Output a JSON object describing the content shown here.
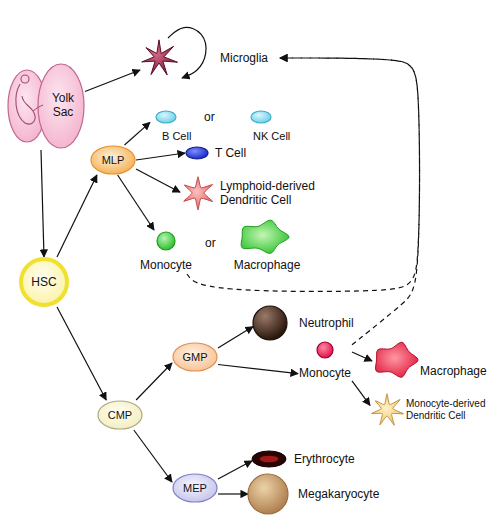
{
  "diagram": {
    "nodes": [
      {
        "text": [
          "Microglia"
        ]
      },
      {
        "text": [
          "Yolk Sac"
        ]
      },
      {
        "text": [
          "B Cell"
        ]
      },
      {
        "text": [
          "NK Cell"
        ]
      },
      {
        "text": [
          "MLP"
        ]
      },
      {
        "text": [
          "T Cell"
        ]
      },
      {
        "text": [
          "Lymphoid-derived Dendritic Cell"
        ]
      },
      {
        "text": [
          "Monocyte"
        ]
      },
      {
        "text": [
          "Macrophage"
        ]
      },
      {
        "text": [
          "HSC"
        ]
      },
      {
        "text": [
          "Neutrophil"
        ]
      },
      {
        "text": [
          "GMP"
        ]
      },
      {
        "text": [
          "Monocyte"
        ]
      },
      {
        "text": [
          "Macrophage"
        ]
      },
      {
        "text": [
          "Monocyte-derived Dendritic Cell"
        ]
      },
      {
        "text": [
          "CMP"
        ]
      },
      {
        "text": [
          "Erythrocyte"
        ]
      },
      {
        "text": [
          "MEP"
        ]
      },
      {
        "text": [
          "Megakaryocyte"
        ]
      }
    ],
    "edges": [
      {
        "from": 1,
        "to": 0,
        "arrow": "to"
      },
      {
        "from": 0,
        "to": 0,
        "arrow": "to"
      },
      {
        "from": 1,
        "to": 9,
        "arrow": "to"
      },
      {
        "from": 9,
        "to": 4,
        "arrow": "to"
      },
      {
        "from": 9,
        "to": 15,
        "arrow": "to"
      },
      {
        "from": 4,
        "to": 2,
        "arrow": "to"
      },
      {
        "from": 4,
        "to": 5,
        "arrow": "to"
      },
      {
        "from": 4,
        "to": 6,
        "arrow": "to"
      },
      {
        "from": 4,
        "to": 7,
        "arrow": "to"
      },
      {
        "from": 7,
        "to": 0,
        "arrow": "to"
      },
      {
        "from": 15,
        "to": 11,
        "arrow": "to"
      },
      {
        "from": 15,
        "to": 17,
        "arrow": "to"
      },
      {
        "from": 11,
        "to": 10,
        "arrow": "to"
      },
      {
        "from": 11,
        "to": 12,
        "arrow": "to"
      },
      {
        "from": 12,
        "to": 13,
        "arrow": "to"
      },
      {
        "from": 12,
        "to": 14,
        "arrow": "to"
      },
      {
        "from": 12,
        "to": 0,
        "arrow": "to"
      },
      {
        "from": 17,
        "to": 16,
        "arrow": "to"
      },
      {
        "from": 17,
        "to": 18,
        "arrow": "to"
      }
    ],
    "labels": [
      "or",
      "or"
    ]
  }
}
